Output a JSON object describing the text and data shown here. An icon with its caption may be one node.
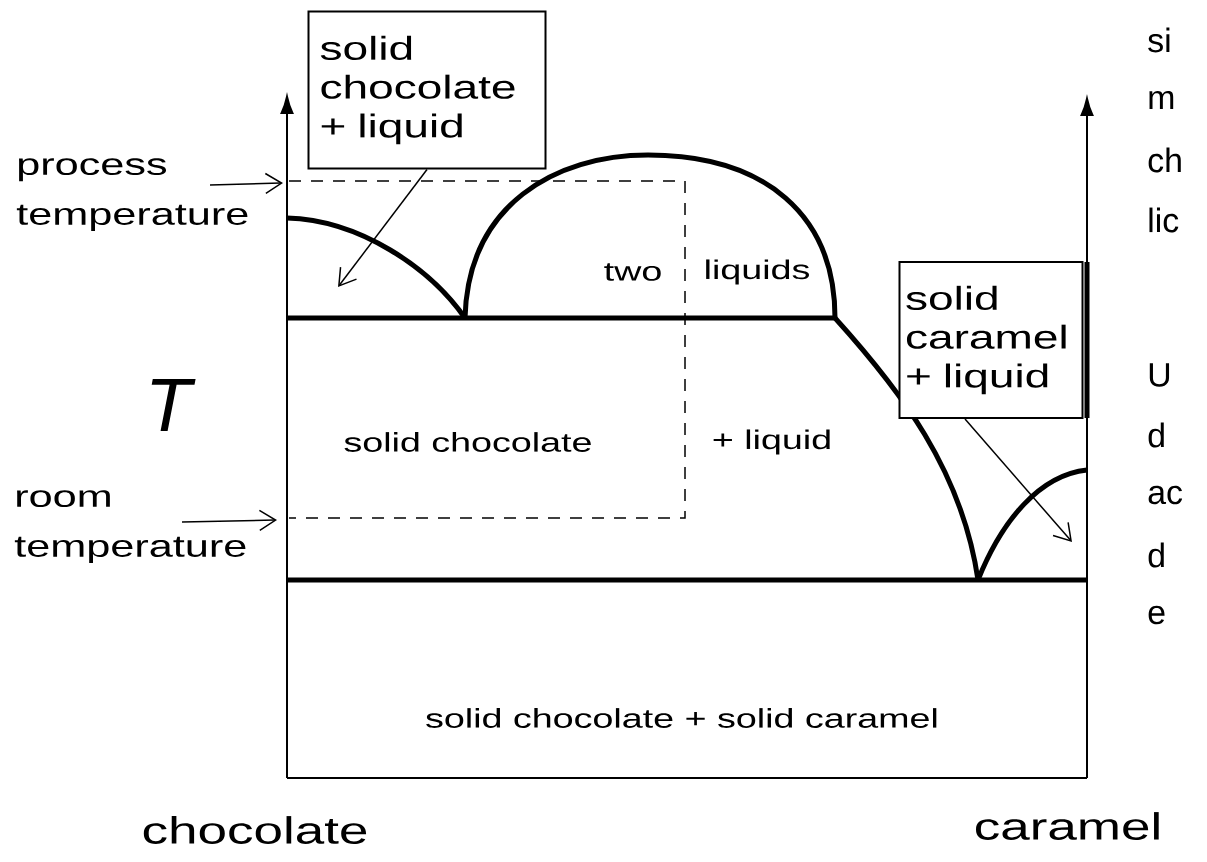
{
  "diagram": {
    "nodes": [
      {
        "text": [
          "solid chocolate + liquid"
        ]
      },
      {
        "text": [
          "solid caramel + liquid"
        ]
      },
      {
        "text": [
          "process temperature"
        ]
      },
      {
        "text": [
          "room temperature"
        ]
      }
    ],
    "edges": [
      {
        "from": 0,
        "to": null,
        "arrow": "to"
      },
      {
        "from": 1,
        "to": null,
        "arrow": "to"
      },
      {
        "from": 2,
        "to": null,
        "arrow": "to"
      },
      {
        "from": 3,
        "to": null,
        "arrow": "to"
      }
    ],
    "labels": [
      "two",
      "liquids",
      "T",
      "solid chocolate",
      "+ liquid",
      "solid chocolate  + solid caramel",
      "chocolate",
      "caramel",
      "si",
      "m",
      "ch",
      "lic",
      "U",
      "d",
      "ac",
      "d",
      "e"
    ]
  }
}
